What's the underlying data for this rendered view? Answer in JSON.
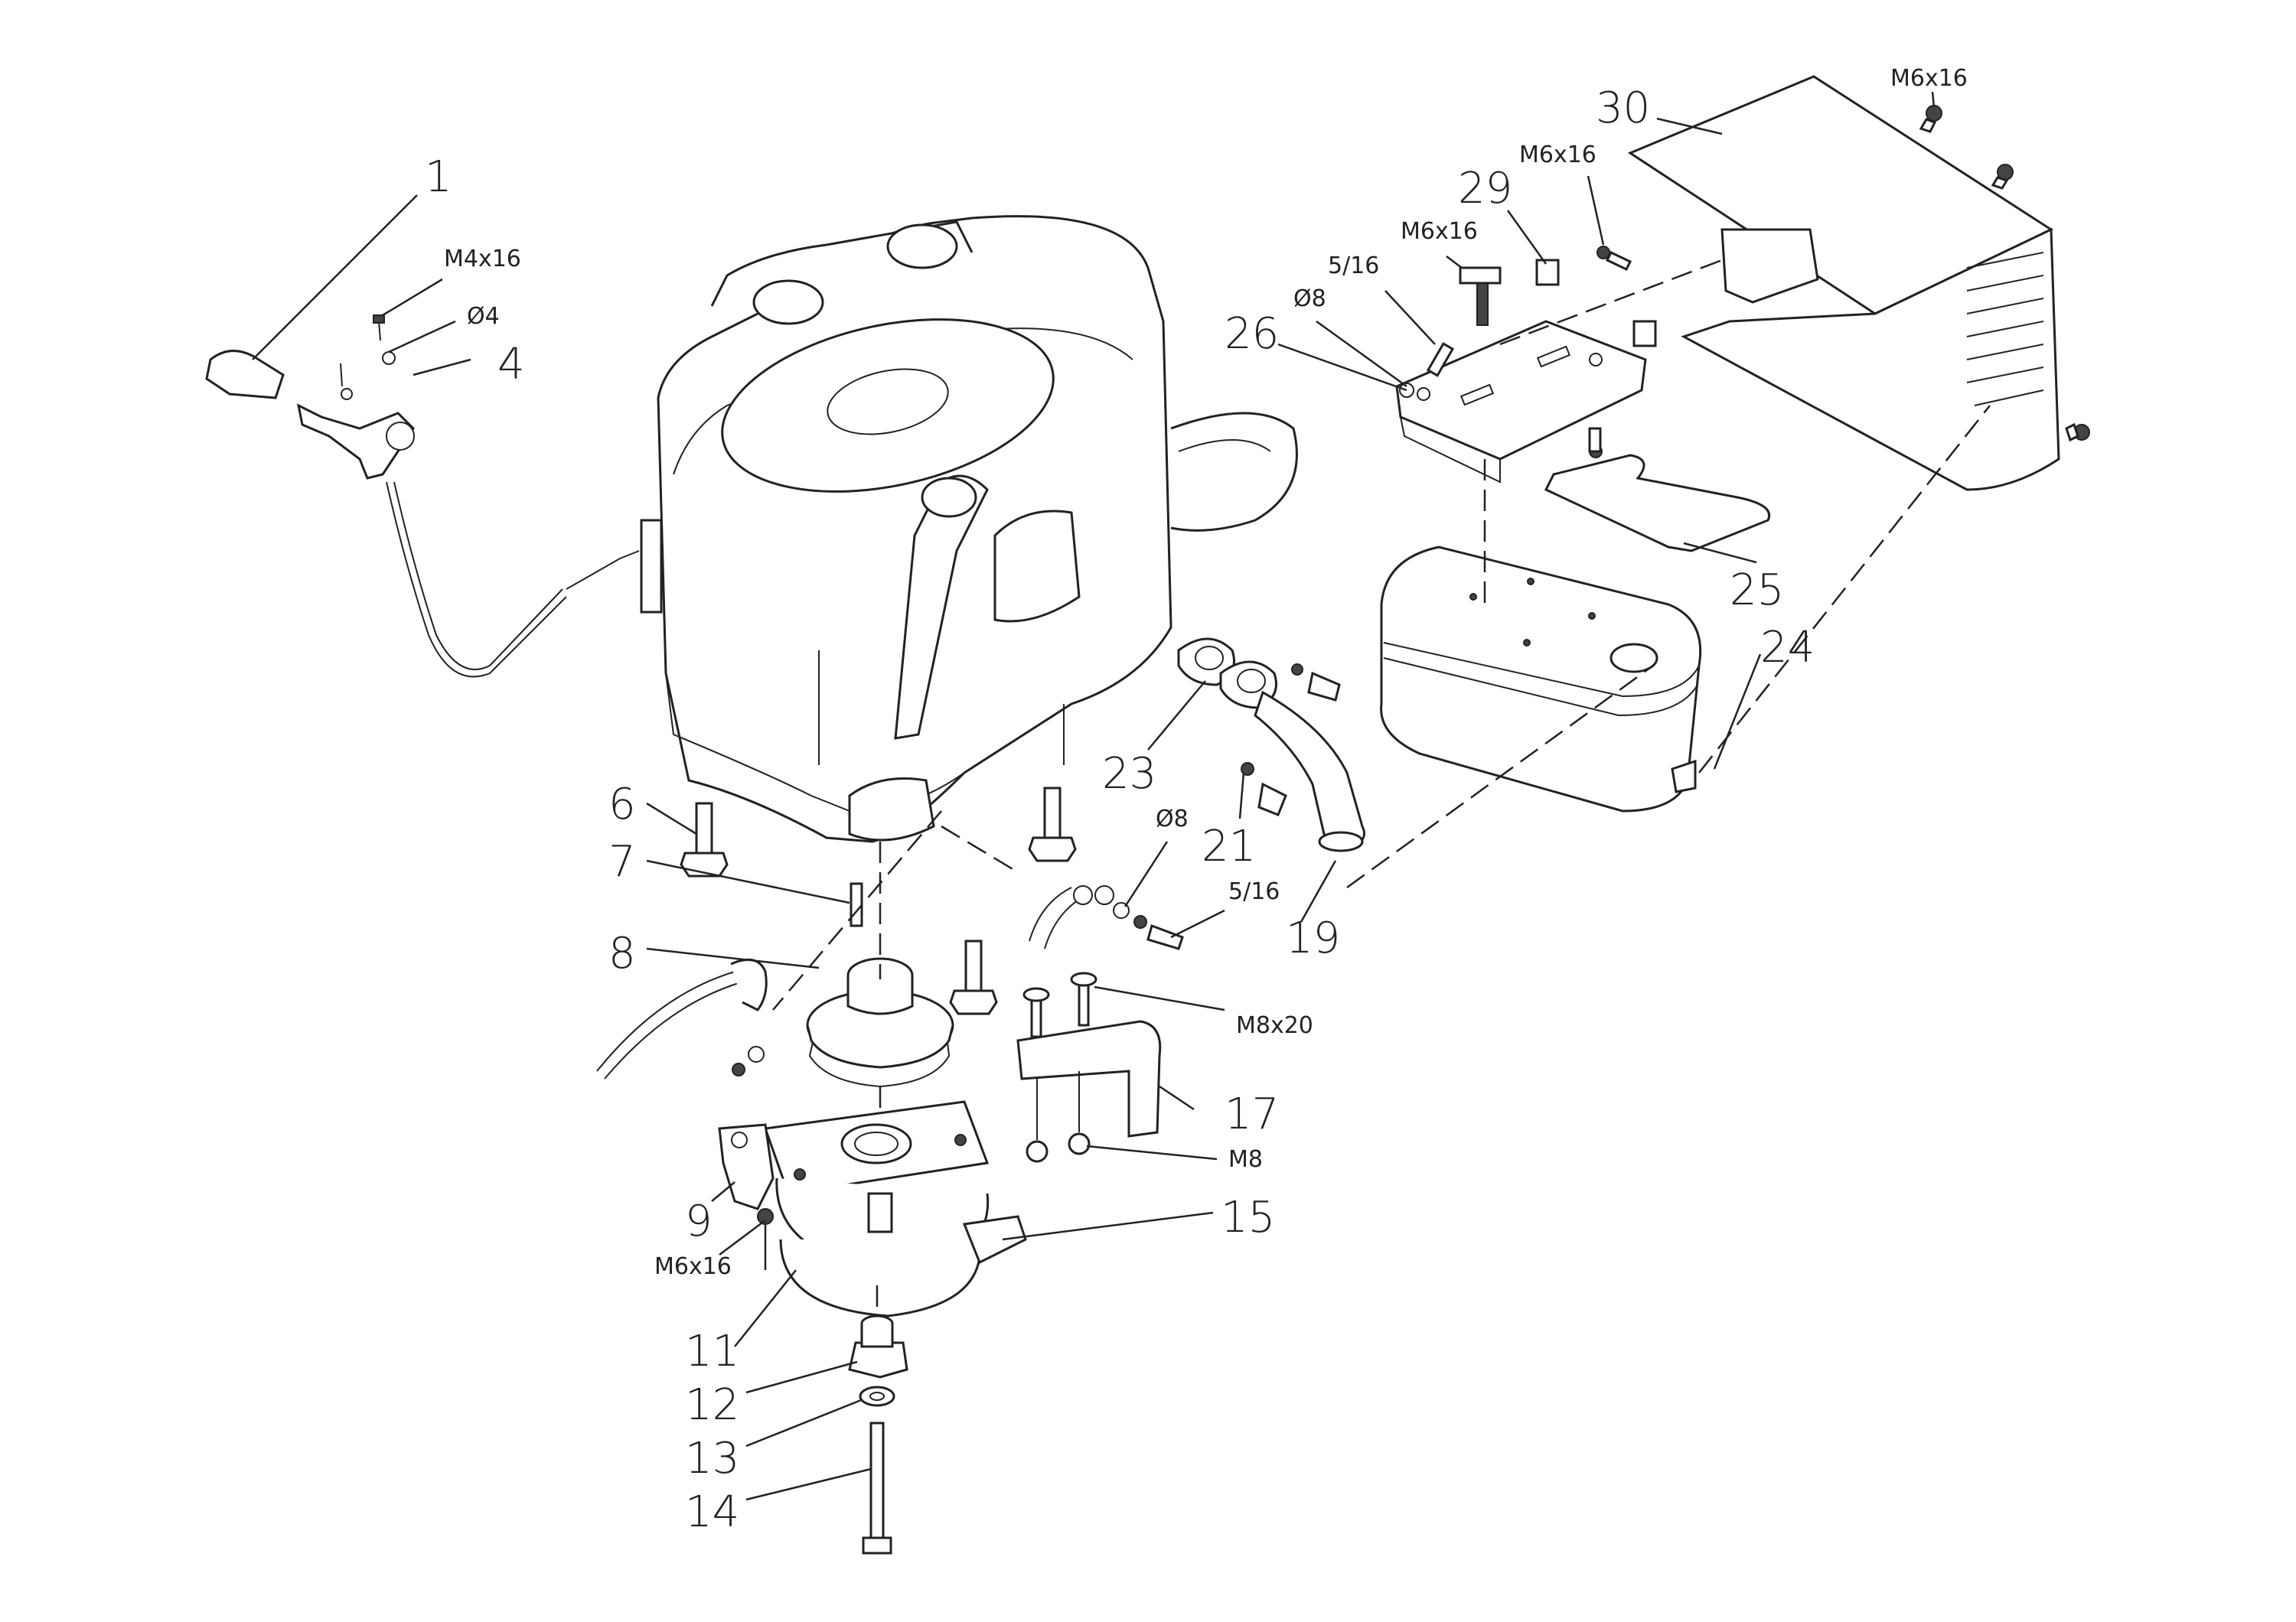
{
  "callouts": {
    "n1": "1",
    "n4": "4",
    "n6": "6",
    "n7": "7",
    "n8": "8",
    "n9": "9",
    "n11": "11",
    "n12": "12",
    "n13": "13",
    "n14": "14",
    "n15": "15",
    "n17": "17",
    "n19": "19",
    "n21": "21",
    "n23": "23",
    "n24": "24",
    "n25": "25",
    "n26": "26",
    "n29": "29",
    "n30": "30"
  },
  "specs": {
    "m4x16": "M4x16",
    "d4": "Ø4",
    "m6x16_top": "M6x16",
    "m6x16_29": "M6x16",
    "m6x16_26": "M6x16",
    "s516_26": "5/16",
    "d8_26": "Ø8",
    "d8_21": "Ø8",
    "s516_21": "5/16",
    "m8x20": "M8x20",
    "m8": "M8",
    "m6x16_9": "M6x16"
  }
}
